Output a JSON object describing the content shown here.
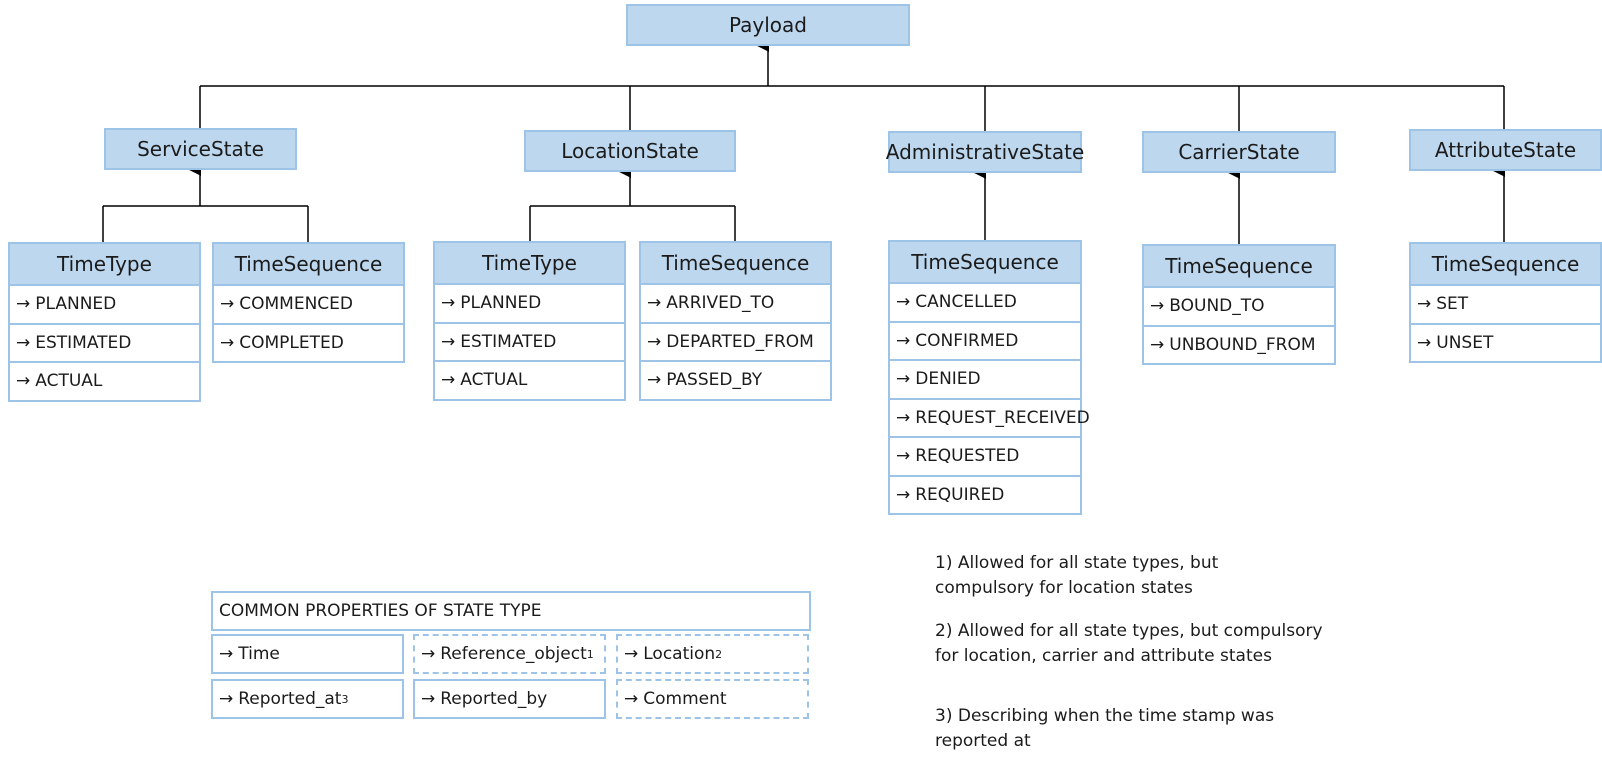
{
  "root": "Payload",
  "arrow_glyph": "→",
  "states": [
    {
      "name": "ServiceState",
      "groups": [
        {
          "title": "TimeType",
          "items": [
            "PLANNED",
            "ESTIMATED",
            "ACTUAL"
          ]
        },
        {
          "title": "TimeSequence",
          "items": [
            "COMMENCED",
            "COMPLETED"
          ]
        }
      ]
    },
    {
      "name": "LocationState",
      "groups": [
        {
          "title": "TimeType",
          "items": [
            "PLANNED",
            "ESTIMATED",
            "ACTUAL"
          ]
        },
        {
          "title": "TimeSequence",
          "items": [
            "ARRIVED_TO",
            "DEPARTED_FROM",
            "PASSED_BY"
          ]
        }
      ]
    },
    {
      "name": "AdministrativeState",
      "groups": [
        {
          "title": "TimeSequence",
          "items": [
            "CANCELLED",
            "CONFIRMED",
            "DENIED",
            "REQUEST_RECEIVED",
            "REQUESTED",
            "REQUIRED"
          ]
        }
      ]
    },
    {
      "name": "CarrierState",
      "groups": [
        {
          "title": "TimeSequence",
          "items": [
            "BOUND_TO",
            "UNBOUND_FROM"
          ]
        }
      ]
    },
    {
      "name": "AttributeState",
      "groups": [
        {
          "title": "TimeSequence",
          "items": [
            "SET",
            "UNSET"
          ]
        }
      ]
    }
  ],
  "common": {
    "title": "COMMON PROPERTIES OF STATE TYPE",
    "items": [
      {
        "label": "Time",
        "sup": "",
        "dashed": false
      },
      {
        "label": "Reference_object",
        "sup": "1",
        "dashed": true
      },
      {
        "label": "Location",
        "sup": "2",
        "dashed": true
      },
      {
        "label": "Reported_at",
        "sup": "3",
        "dashed": false
      },
      {
        "label": "Reported_by",
        "sup": "",
        "dashed": false
      },
      {
        "label": "Comment",
        "sup": "",
        "dashed": true
      }
    ]
  },
  "notes": [
    [
      "1) Allowed for all state types, but",
      "compulsory for location states"
    ],
    [
      "2) Allowed for all state types, but compulsory",
      "for location, carrier and attribute states"
    ],
    [
      "3) Describing when the time stamp was",
      "reported at"
    ]
  ],
  "colors": {
    "box_fill": "#bdd7ee",
    "box_border": "#9dc3e6",
    "line": "#000000"
  }
}
